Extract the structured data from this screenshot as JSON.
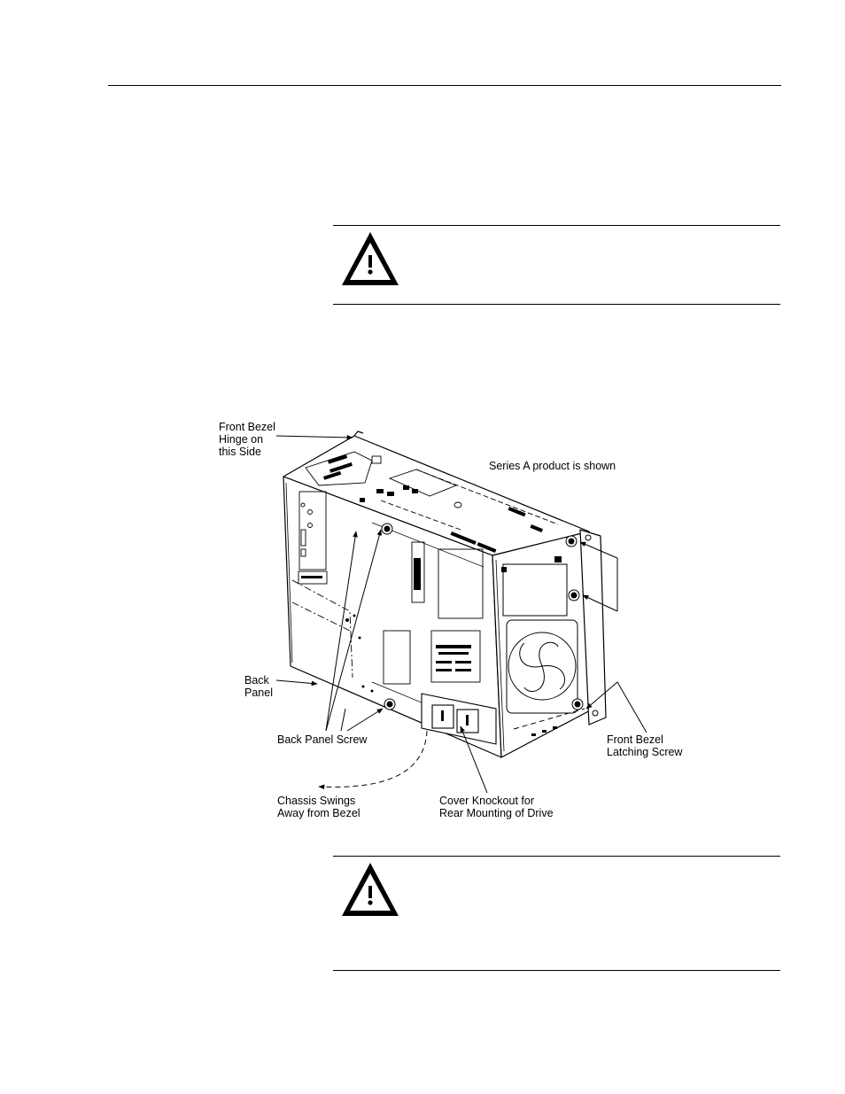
{
  "figure": {
    "callouts": {
      "front_bezel_hinge": "Front Bezel\nHinge on\nthis Side",
      "series_note": "Series A product is shown",
      "back_panel": "Back\nPanel",
      "back_panel_screw": "Back Panel Screw",
      "front_bezel_latching_screw": "Front Bezel\nLatching Screw",
      "chassis_swings": "Chassis Swings\nAway from Bezel",
      "cover_knockout": "Cover Knockout for\nRear Mounting of Drive"
    }
  },
  "icons": {
    "warning_top": "warning-triangle-icon",
    "warning_bottom": "warning-triangle-icon"
  },
  "colors": {
    "ink": "#000000",
    "paper": "#ffffff"
  }
}
